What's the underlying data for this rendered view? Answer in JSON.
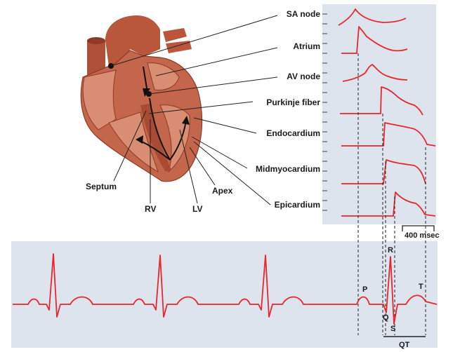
{
  "labels": {
    "sa_node": "SA node",
    "atrium": "Atrium",
    "av_node": "AV node",
    "purkinje": "Purkinje fiber",
    "endocardium": "Endocardium",
    "midmyocardium": "Midmyocardium",
    "epicardium": "Epicardium",
    "septum": "Septum",
    "rv": "RV",
    "lv": "LV",
    "apex": "Apex"
  },
  "scale_bar": "400 msec",
  "ecg_waves": {
    "p": "P",
    "q": "Q",
    "r": "R",
    "s": "S",
    "t": "T",
    "qt": "QT"
  },
  "colors": {
    "trace": "#e8262c",
    "panel": "#dde4ee",
    "heart_dark": "#a94b33",
    "heart_mid": "#c4664b",
    "heart_light": "#d98d73"
  }
}
